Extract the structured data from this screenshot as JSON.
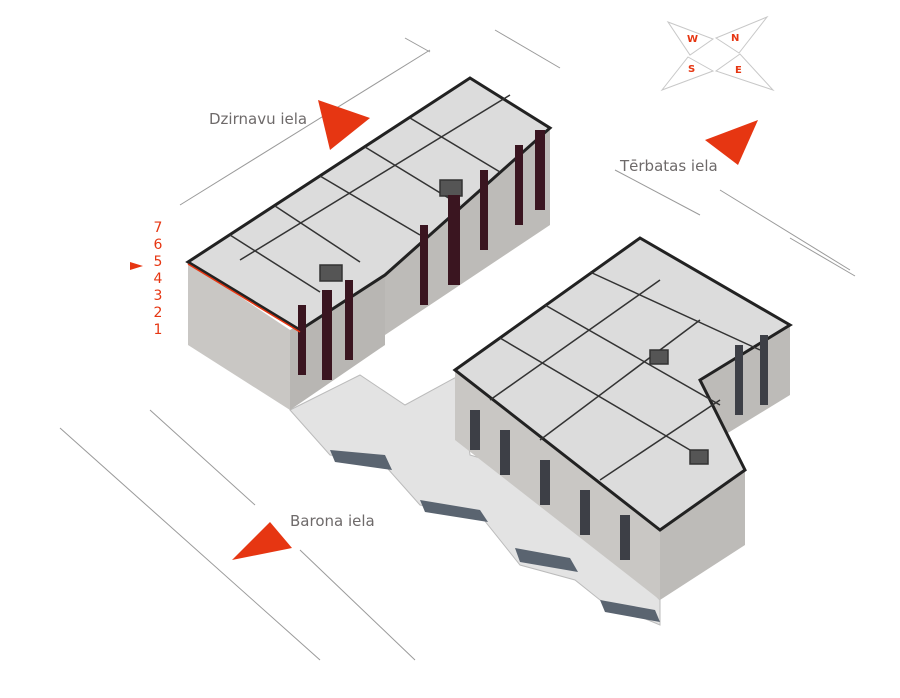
{
  "streets": {
    "north": "Dzirnavu iela",
    "east": "Tērbatas iela",
    "south": "Barona iela"
  },
  "floors": [
    "7",
    "6",
    "5",
    "4",
    "3",
    "2",
    "1"
  ],
  "selected_floor": "5",
  "compass": {
    "w": "W",
    "n": "N",
    "s": "S",
    "e": "E"
  },
  "colors": {
    "accent": "#e63612",
    "street_text": "#6e6a6a",
    "roof": "#d9d9d9",
    "wall": "#cfcdca",
    "dark": "#2a2a30",
    "window": "#4a1a28"
  }
}
